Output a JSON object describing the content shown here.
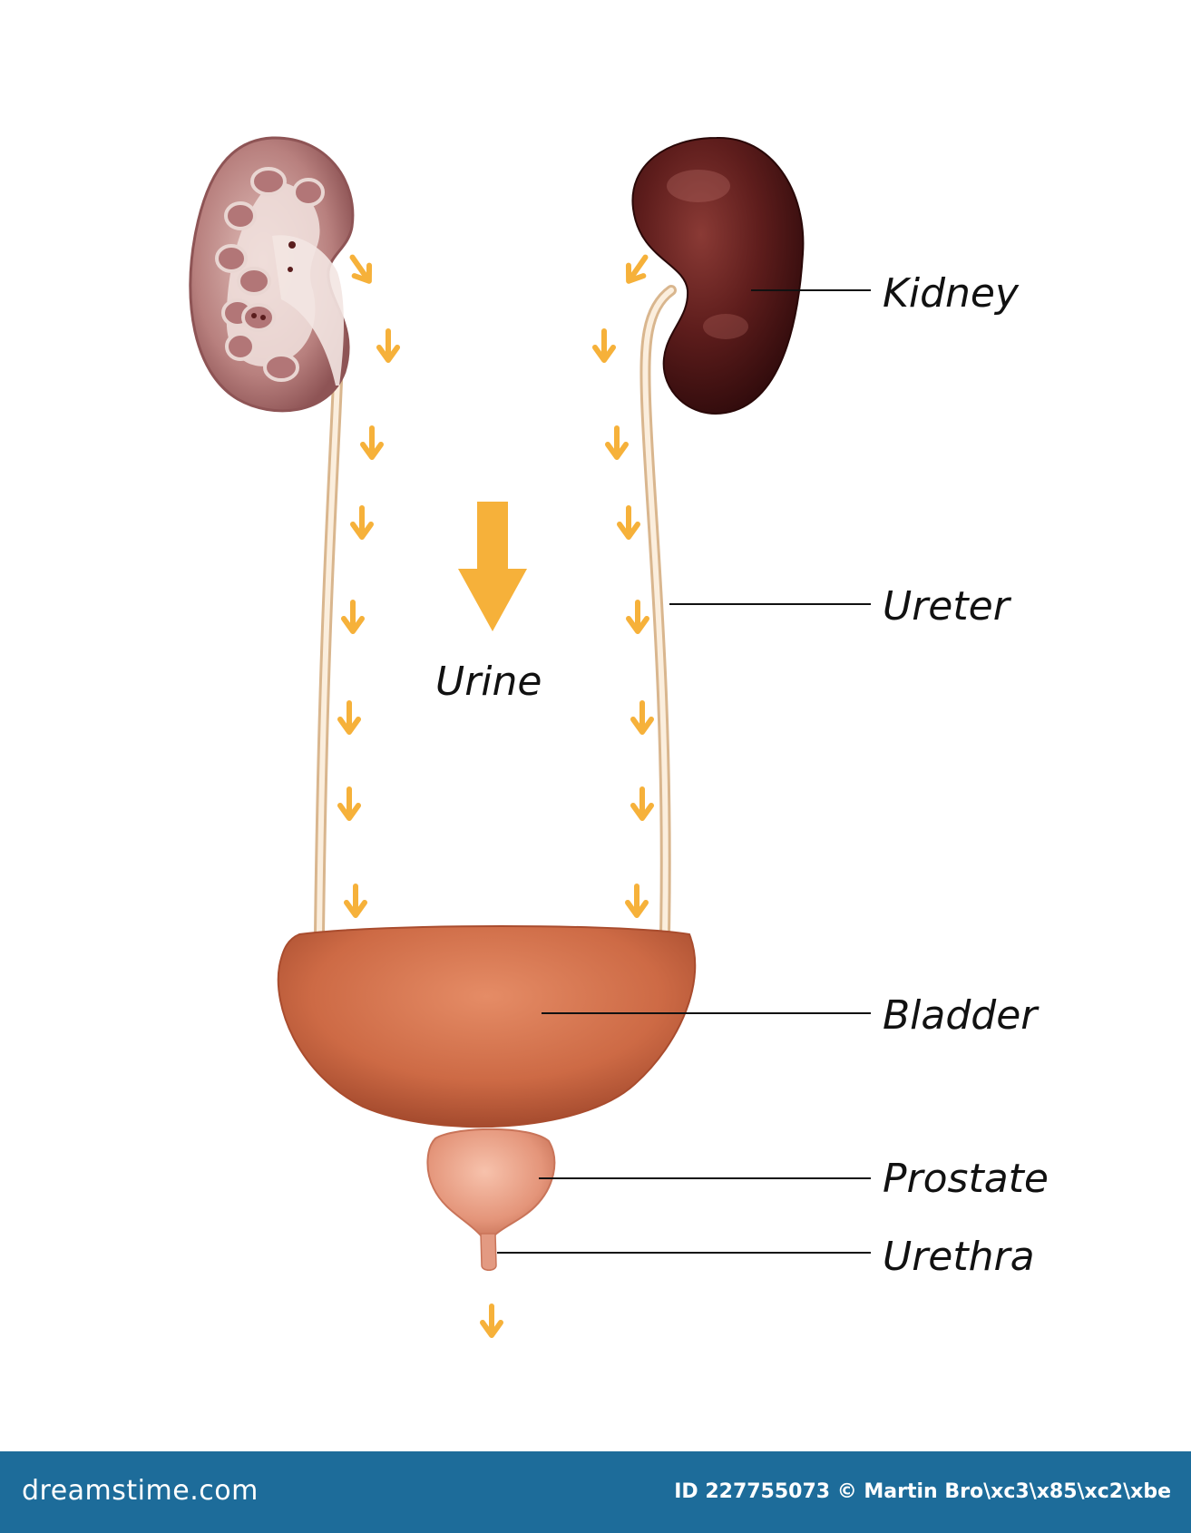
{
  "labels": {
    "kidney": "Kidney",
    "ureter": "Ureter",
    "urine": "Urine",
    "bladder": "Bladder",
    "prostate": "Prostate",
    "urethra": "Urethra"
  },
  "watermark": {
    "brand": "dreamstime.com",
    "credit": "ID 227755073 © Martin Bro\\xc3\\x85\\xc2\\xbe"
  },
  "colors": {
    "arrow": "#f6b13a",
    "leader_line": "#111111",
    "footer": "#1d6c9a",
    "kidney_section": "#b07576",
    "kidney_dark": "#5a1a1a",
    "ureter": "#f2dcbc",
    "bladder": "#cf7049",
    "prostate": "#e9a48a"
  }
}
